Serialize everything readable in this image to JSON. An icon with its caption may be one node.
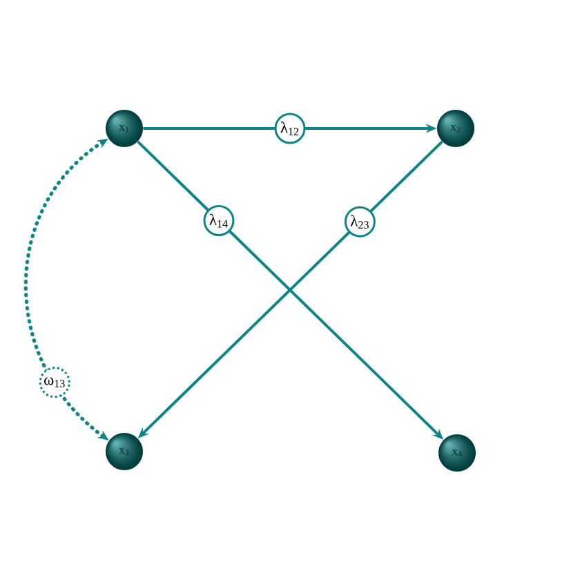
{
  "diagram": {
    "nodes": [
      {
        "text": [
          "x$_{1}$"
        ]
      },
      {
        "text": [
          "x$_{2}$"
        ]
      },
      {
        "text": [
          "x$_{3}$"
        ]
      },
      {
        "text": [
          "x$_{4}$"
        ]
      }
    ],
    "edges": [
      {
        "from": 0,
        "to": 1,
        "arrow": "to",
        "label": "λ$_{12}$"
      },
      {
        "from": 0,
        "to": 3,
        "arrow": "to",
        "label": "λ$_{14}$"
      },
      {
        "from": 1,
        "to": 2,
        "arrow": "to",
        "label": "λ$_{23}$"
      },
      {
        "from": 0,
        "to": 2,
        "arrow": "both",
        "label": "ω$_{13}$",
        "style": "dashed"
      }
    ]
  }
}
